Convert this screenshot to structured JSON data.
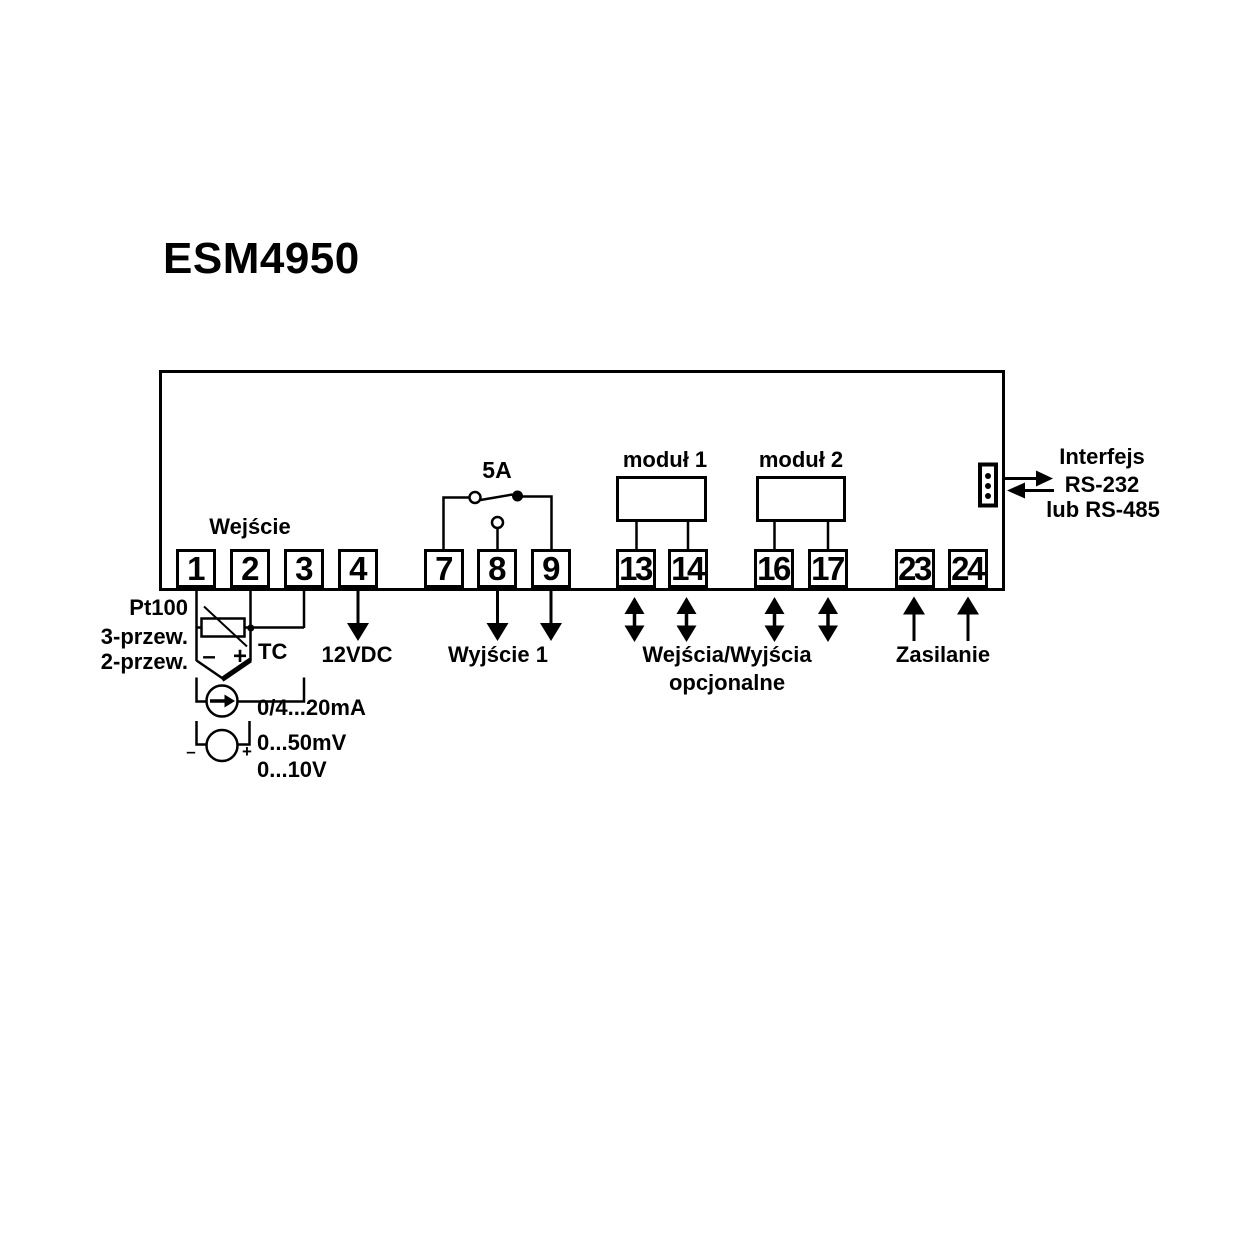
{
  "title": "ESM4950",
  "colors": {
    "line": "#000000",
    "background": "#ffffff",
    "text": "#000000"
  },
  "device": {
    "input_group_label": "Wejście",
    "relay_rating_label": "5A",
    "module1_label": "moduł 1",
    "module2_label": "moduł 2"
  },
  "terminals": [
    {
      "label": "1"
    },
    {
      "label": "2"
    },
    {
      "label": "3"
    },
    {
      "label": "4"
    },
    {
      "label": "7"
    },
    {
      "label": "8"
    },
    {
      "label": "9"
    },
    {
      "label": "13"
    },
    {
      "label": "14"
    },
    {
      "label": "16"
    },
    {
      "label": "17"
    },
    {
      "label": "23"
    },
    {
      "label": "24"
    }
  ],
  "interface": {
    "line1": "Interfejs",
    "line2": "RS-232",
    "line3": "lub RS-485"
  },
  "inputs": {
    "pt100_label": "Pt100",
    "wire3_label": "3-przew.",
    "wire2_label": "2-przew.",
    "tc_label": "TC",
    "tc_minus": "–",
    "tc_plus": "+",
    "current_range_label": "0/4...20mA",
    "mv_range_label": "0...50mV",
    "v_range_label": "0...10V",
    "source_minus": "–",
    "source_plus": "+"
  },
  "bottom": {
    "dc_supply_label": "12VDC",
    "output1_label": "Wyjście 1",
    "optional_io_line1": "Wejścia/Wyjścia",
    "optional_io_line2": "opcjonalne",
    "power_label": "Zasilanie"
  }
}
